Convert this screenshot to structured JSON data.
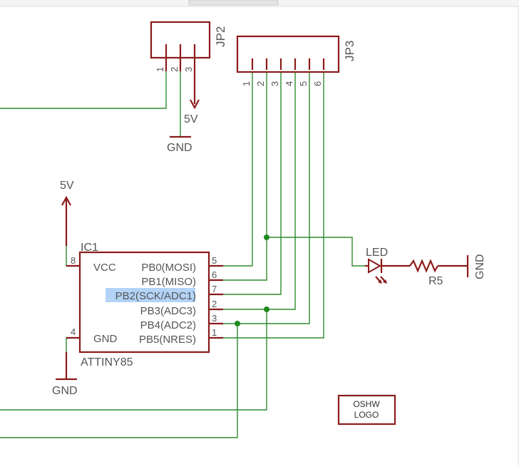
{
  "jp2": {
    "name": "JP2",
    "pins": [
      "1",
      "2",
      "3"
    ],
    "supply": "5V",
    "ground": "GND"
  },
  "jp3": {
    "name": "JP3",
    "pins": [
      "1",
      "2",
      "3",
      "4",
      "5",
      "6"
    ]
  },
  "ic1": {
    "ref": "IC1",
    "value": "ATTINY85",
    "vcc_label": "VCC",
    "gnd_label": "GND",
    "vcc_pin": "8",
    "gnd_pin": "4",
    "pins": [
      {
        "name": "PB0(MOSI)",
        "num": "5"
      },
      {
        "name": "PB1(MISO)",
        "num": "6"
      },
      {
        "name": "PB2(SCK/ADC1)",
        "num": "7"
      },
      {
        "name": "PB3(ADC3)",
        "num": "2"
      },
      {
        "name": "PB4(ADC2)",
        "num": "3"
      },
      {
        "name": "PB5(NRES)",
        "num": "1"
      }
    ],
    "supply": "5V",
    "ground": "GND"
  },
  "led": {
    "name": "LED"
  },
  "r5": {
    "name": "R5"
  },
  "led_ground": "GND",
  "logo": {
    "line1": "OSHW",
    "line2": "LOGO"
  },
  "colors": {
    "part": "#8b1a1a",
    "wire": "#2e8b2e",
    "junction": "#1f8a1f",
    "text": "#555555",
    "selection": "#b3d3f7"
  }
}
